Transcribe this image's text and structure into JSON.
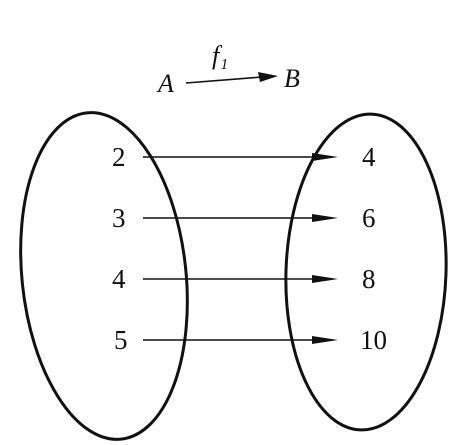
{
  "mapping": {
    "name": "f₁",
    "domain_label": "A",
    "codomain_label": "B"
  },
  "domain_elements": [
    "2",
    "3",
    "4",
    "5"
  ],
  "codomain_elements": [
    "4",
    "6",
    "8",
    "10"
  ]
}
